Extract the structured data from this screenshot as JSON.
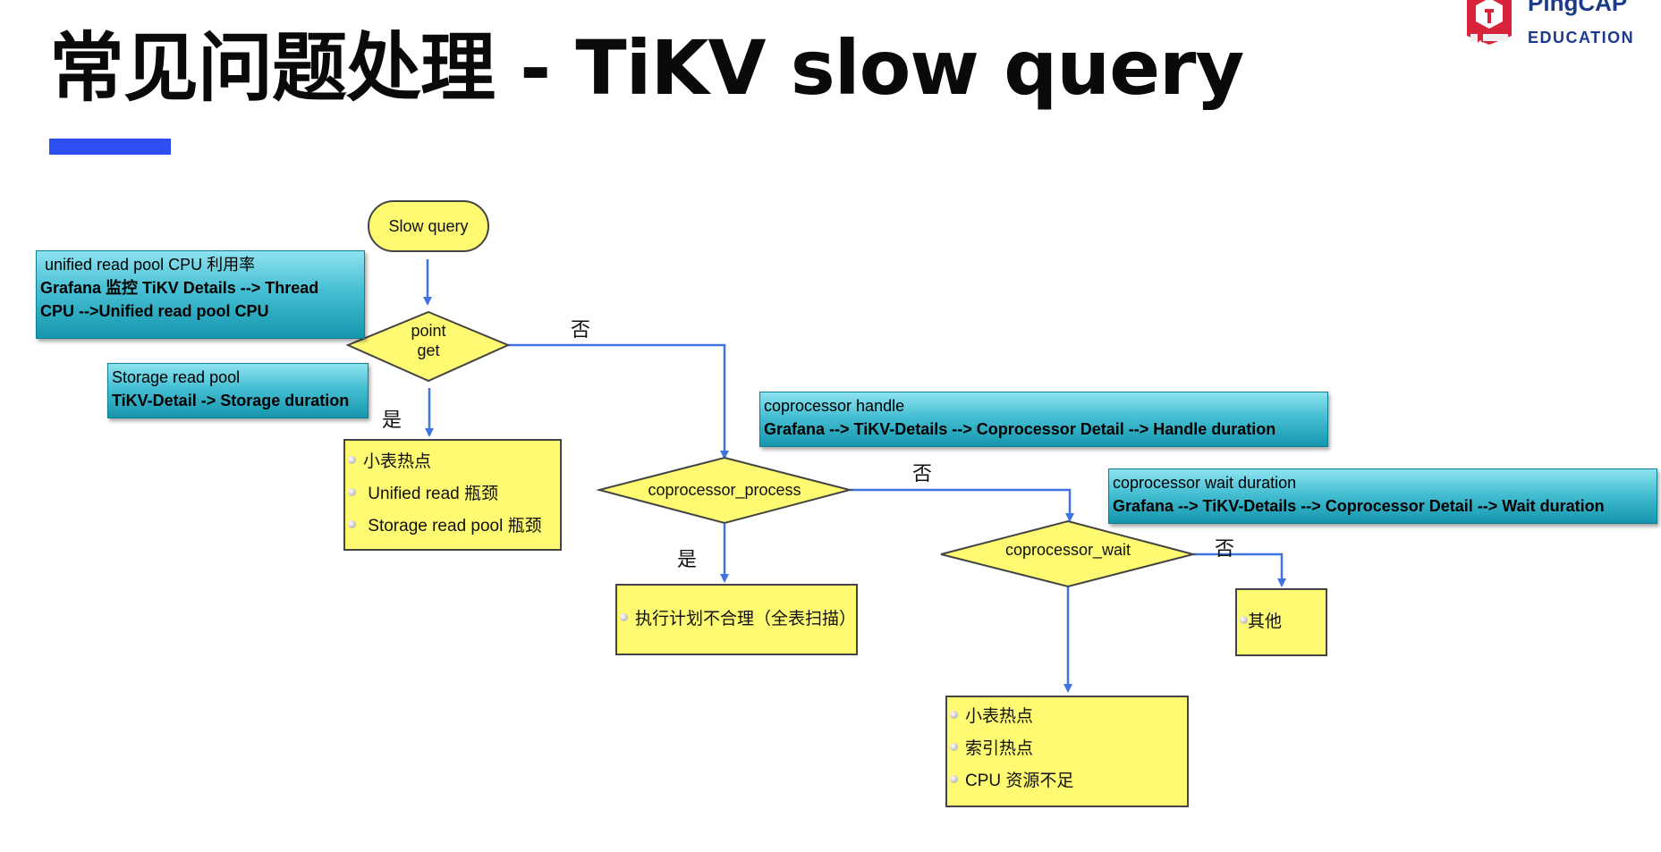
{
  "title": "常见问题处理 - TiKV slow query",
  "logo": {
    "brand": "PingCAP",
    "sub": "EDUCATION"
  },
  "colors": {
    "accent_bar": "#2d4ef0",
    "node_fill": "#fefa72",
    "arrow": "#3f73e0",
    "teal": "#1596ad"
  },
  "nodes": {
    "start": "Slow query",
    "point_get": [
      "point",
      "get"
    ],
    "coprocessor_process": "coprocessor_process",
    "coprocessor_wait": "coprocessor_wait"
  },
  "branches": {
    "point_get_no": "否",
    "point_get_yes": "是",
    "process_no": "否",
    "process_yes": "是",
    "wait_no": "否"
  },
  "results": {
    "point_get": [
      "小表热点",
      "Unified read 瓶颈",
      "Storage read pool 瓶颈"
    ],
    "process": [
      "执行计划不合理（全表扫描）"
    ],
    "wait_yes": [
      "小表热点",
      "索引热点",
      "CPU 资源不足"
    ],
    "wait_no": [
      "其他"
    ]
  },
  "notes": {
    "unified": {
      "line1": "unified read pool CPU 利用率",
      "line2": "Grafana 监控 TiKV Details --> Thread",
      "line3": "CPU -->Unified read pool CPU"
    },
    "storage": {
      "line1": "Storage read pool",
      "line2": "TiKV-Detail -> Storage duration"
    },
    "handle": {
      "line1": "coprocessor handle",
      "line2": "Grafana --> TiKV-Details --> Coprocessor Detail --> Handle duration"
    },
    "wait": {
      "line1": "coprocessor wait duration",
      "line2": "Grafana --> TiKV-Details --> Coprocessor Detail --> Wait duration"
    }
  }
}
